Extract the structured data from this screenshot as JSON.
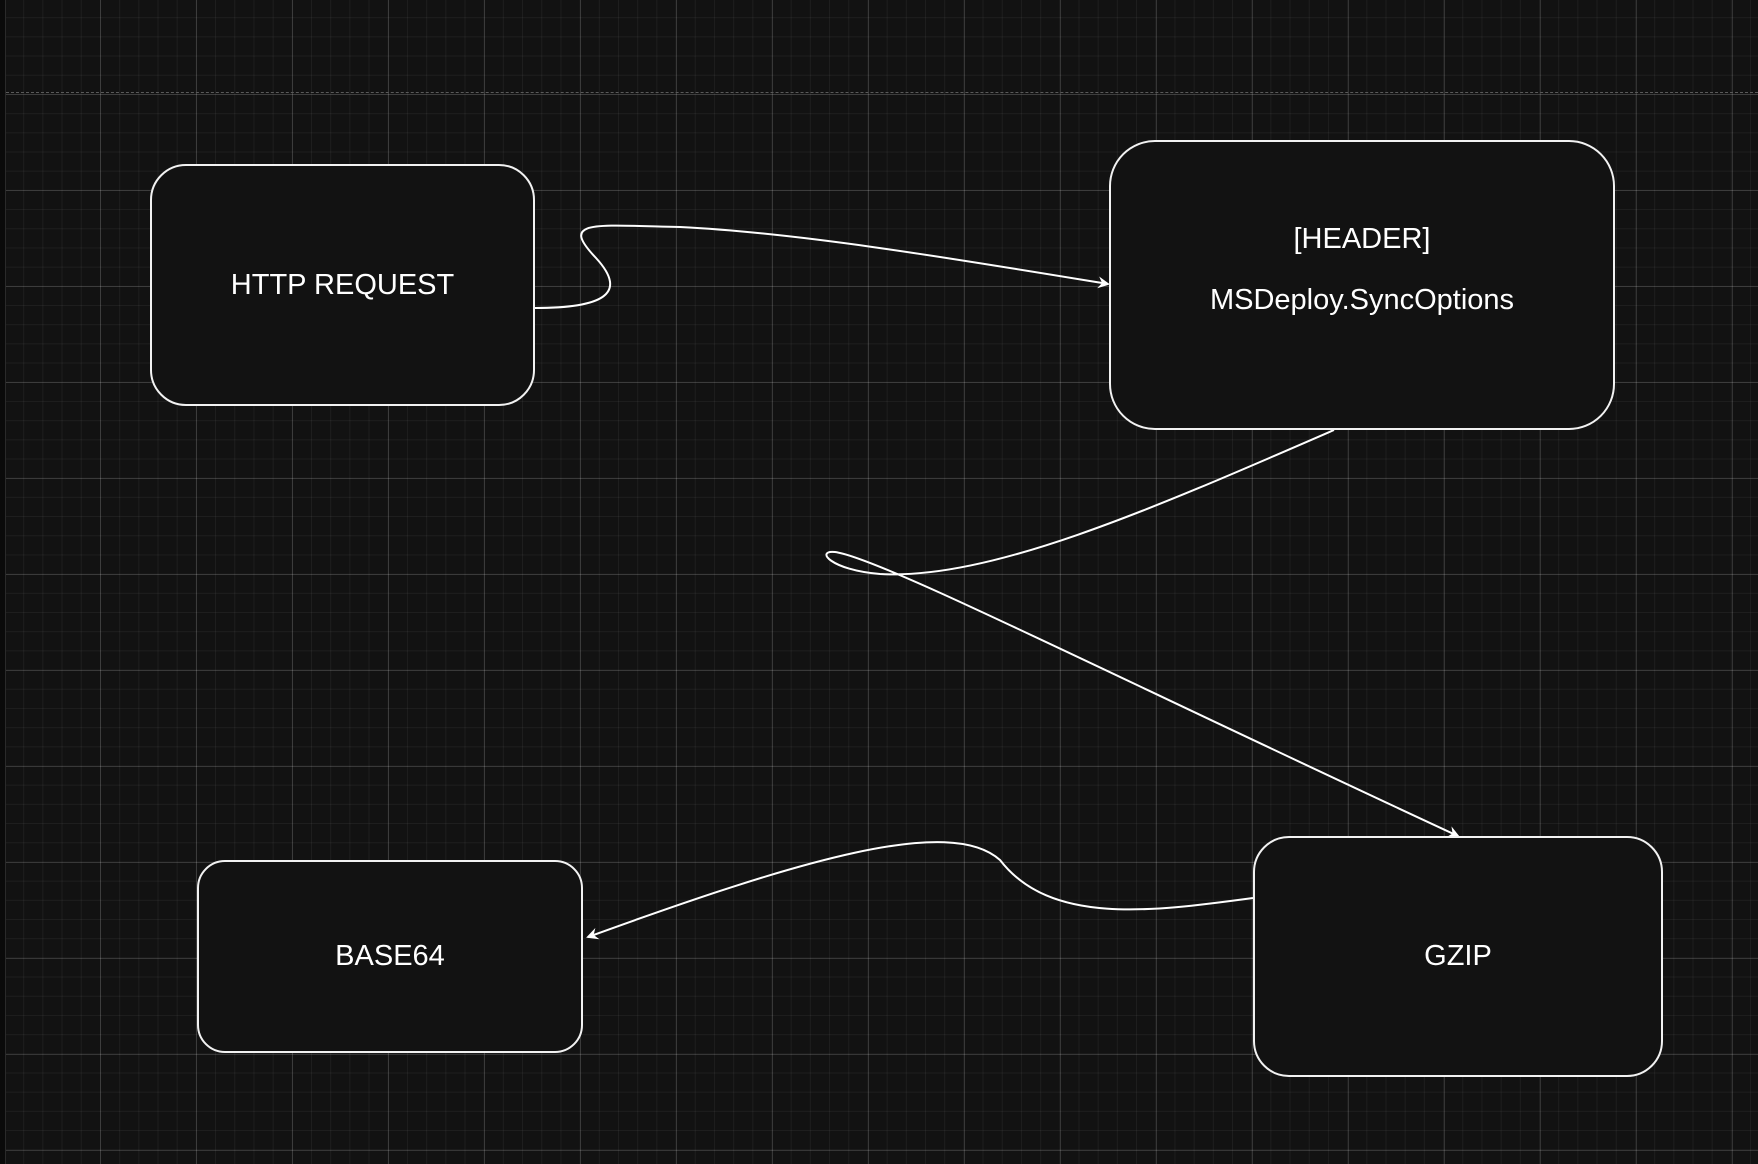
{
  "diagram": {
    "nodes": [
      {
        "id": "http",
        "lines": [
          "HTTP REQUEST"
        ]
      },
      {
        "id": "header",
        "lines": [
          "[HEADER]",
          "MSDeploy.SyncOptions"
        ]
      },
      {
        "id": "gzip",
        "lines": [
          "GZIP"
        ]
      },
      {
        "id": "base64",
        "lines": [
          "BASE64"
        ]
      }
    ],
    "edges": [
      {
        "from": "http",
        "to": "header"
      },
      {
        "from": "header",
        "to": "gzip"
      },
      {
        "from": "gzip",
        "to": "base64"
      }
    ]
  },
  "colors": {
    "background": "#121212",
    "stroke": "#ffffff",
    "text": "#ffffff"
  }
}
